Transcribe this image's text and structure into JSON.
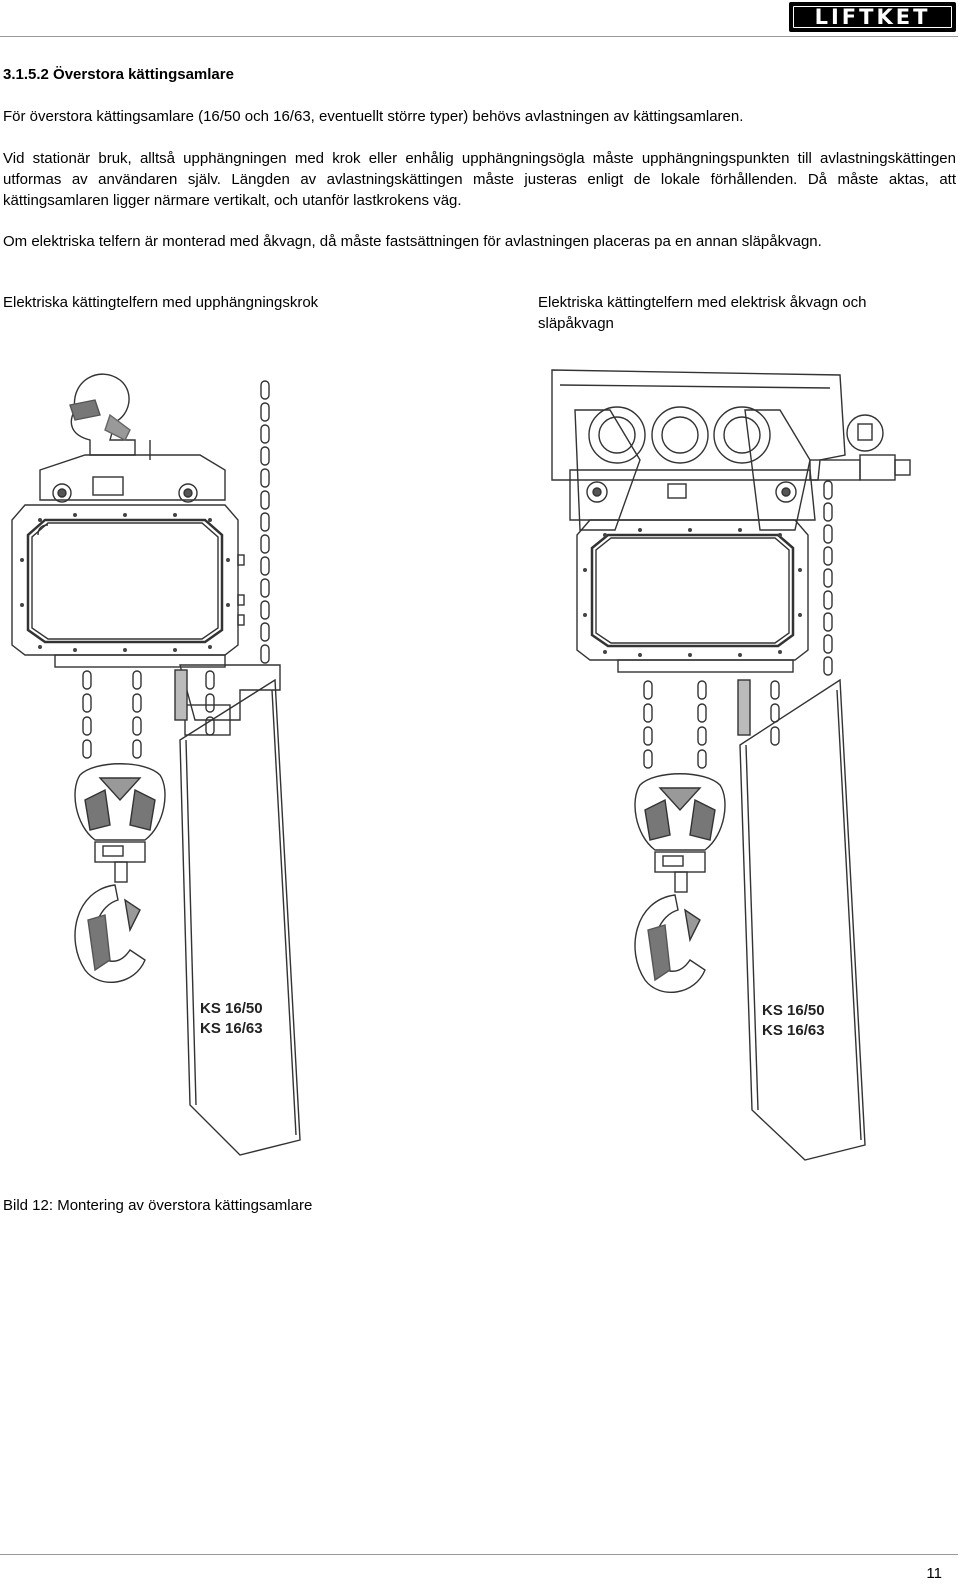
{
  "header": {
    "logo_text": "LIFTKET"
  },
  "section": {
    "heading": "3.1.5.2  Överstora kättingsamlare",
    "paragraphs": [
      "För överstora kättingsamlare (16/50 och 16/63, eventuellt större typer) behövs avlastningen av kättingsamlaren.",
      "Vid stationär bruk, alltså upphängningen med krok eller enhålig upphängningsögla måste upphängningspunkten till avlastningskättingen utformas av användaren själv. Längden av avlastningskättingen måste justeras enligt de lokale förhållenden. Då måste aktas, att kättingsamlaren ligger närmare vertikalt, och utanför lastkrokens väg.",
      "Om elektriska telfern är monterad med åkvagn, då måste fastsättningen för avlastningen placeras pa en annan släpåkvagn."
    ]
  },
  "figure": {
    "left_caption": "Elektriska kättingtelfern med upphängningskrok",
    "right_caption": "Elektriska kättingtelfern med elektrisk åkvagn och släpåkvagn",
    "left_labels": [
      "KS 16/50",
      "KS 16/63"
    ],
    "right_labels": [
      "KS 16/50",
      "KS 16/63"
    ],
    "caption": "Bild 12: Montering av överstora kättingsamlare"
  },
  "footer": {
    "page_number": "11"
  }
}
